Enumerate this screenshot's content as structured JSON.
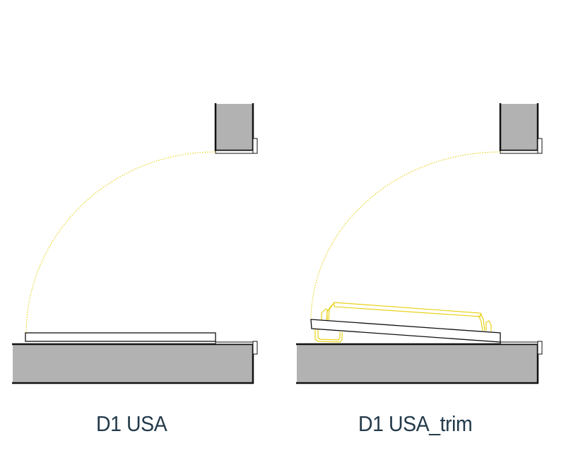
{
  "colors": {
    "background": "#ffffff",
    "wall_fill": "#b2b2b2",
    "outline": "#111111",
    "swing_arc": "#e8d21c",
    "trim": "#e8d21c",
    "label_text": "#233a4a"
  },
  "panels": [
    {
      "id": "left",
      "label": "D1 USA",
      "description": "Door panel lying flat on base wall with dotted swing arc to upper wall stub"
    },
    {
      "id": "right",
      "label": "D1 USA_trim",
      "description": "Door panel tilted on base wall with yellow trim/handle hardware and dotted swing arc"
    }
  ]
}
